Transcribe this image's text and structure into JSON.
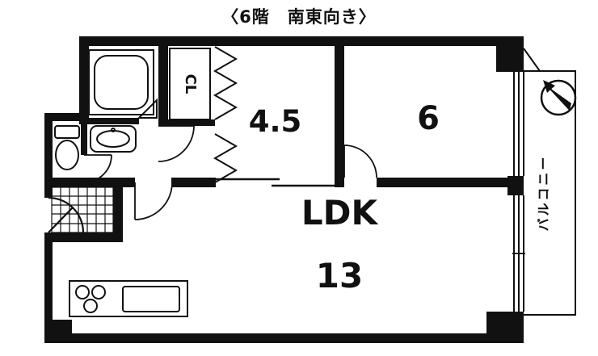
{
  "title": "〈6階　南東向き〉",
  "rooms": {
    "room_a": {
      "label": "4.5"
    },
    "room_b": {
      "label": "6"
    },
    "ldk": {
      "name": "LDK",
      "size": "13"
    },
    "closet": {
      "label": "CL"
    },
    "balcony": {
      "label": "バルコニー"
    }
  },
  "icons": {
    "compass": "north-arrow-compass",
    "fixtures": [
      "bathtub",
      "toilet",
      "washbasin",
      "stove-burners",
      "kitchen-sink",
      "entrance-tile",
      "door-swing-arcs",
      "folding-doors",
      "sliding-door",
      "windows"
    ]
  },
  "colors": {
    "wall": "#111111",
    "background": "#ffffff"
  }
}
